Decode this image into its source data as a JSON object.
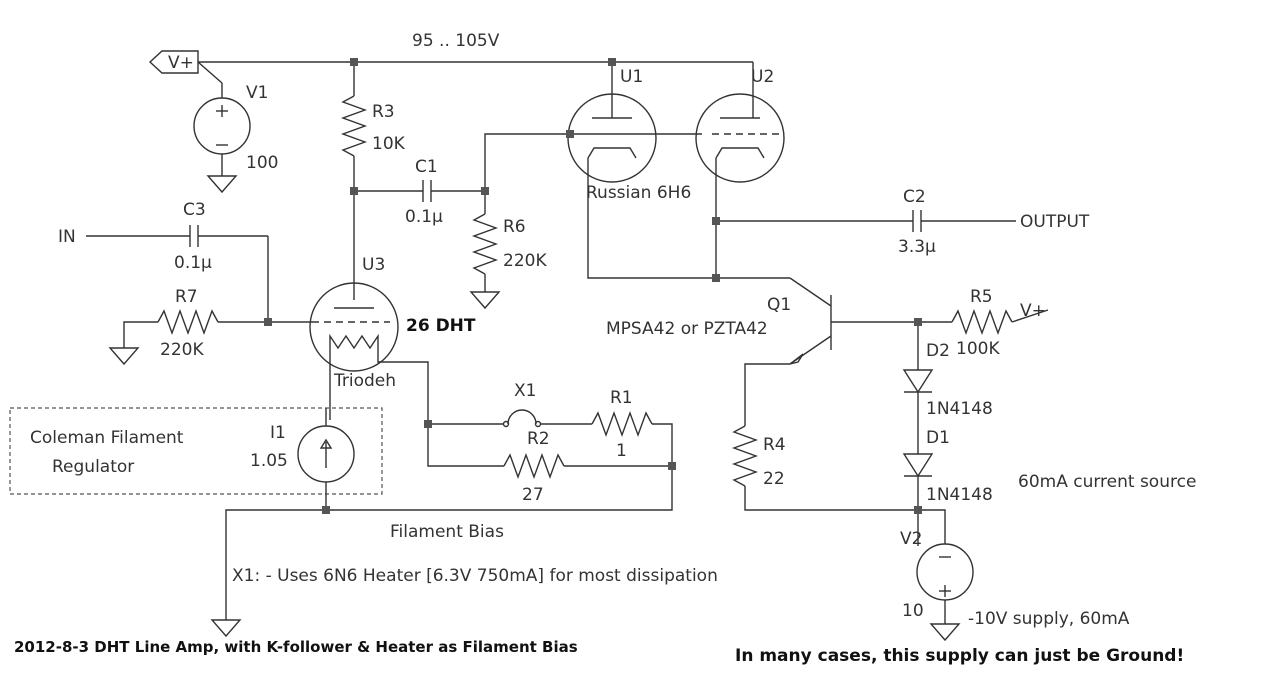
{
  "labels": {
    "vplus_top": "V+",
    "v1_name": "V1",
    "v1_value": "100",
    "supply_range": "95 .. 105V",
    "r3_name": "R3",
    "r3_value": "10K",
    "c1_name": "C1",
    "c1_value": "0.1µ",
    "u1_name": "U1",
    "u2_name": "U2",
    "u1_type": "Russian 6H6",
    "c3_name": "C3",
    "c3_value": "0.1µ",
    "in_label": "IN",
    "r6_name": "R6",
    "r6_value": "220K",
    "c2_name": "C2",
    "c2_value": "3.3µ",
    "output_label": "OUTPUT",
    "u3_name": "U3",
    "u3_type": "26 DHT",
    "r7_name": "R7",
    "r7_value": "220K",
    "triodeh": "Triodeh",
    "q1_name": "Q1",
    "q1_type": "MPSA42 or PZTA42",
    "r5_name": "R5",
    "r5_value": "100K",
    "vplus_right": "V+",
    "d2_name": "D2",
    "d2_type": "1N4148",
    "d1_name": "D1",
    "d1_type": "1N4148",
    "x1_name": "X1",
    "r1_name": "R1",
    "r1_value": "1",
    "r2_name": "R2",
    "r2_value": "27",
    "r4_name": "R4",
    "r4_value": "22",
    "i1_name": "I1",
    "i1_value": "1.05",
    "coleman_line1": "Coleman Filament",
    "coleman_line2": "Regulator",
    "filament_bias": "Filament Bias",
    "x1_note": "X1: - Uses 6N6 Heater [6.3V 750mA] for most dissipation",
    "current_source": "60mA current source",
    "v2_name": "V2",
    "v2_value": "10",
    "v2_note": "-10V supply, 60mA",
    "title": "2012-8-3 DHT Line Amp, with K-follower & Heater as Filament Bias",
    "ground_note": "In many cases, this supply can just be Ground!"
  }
}
